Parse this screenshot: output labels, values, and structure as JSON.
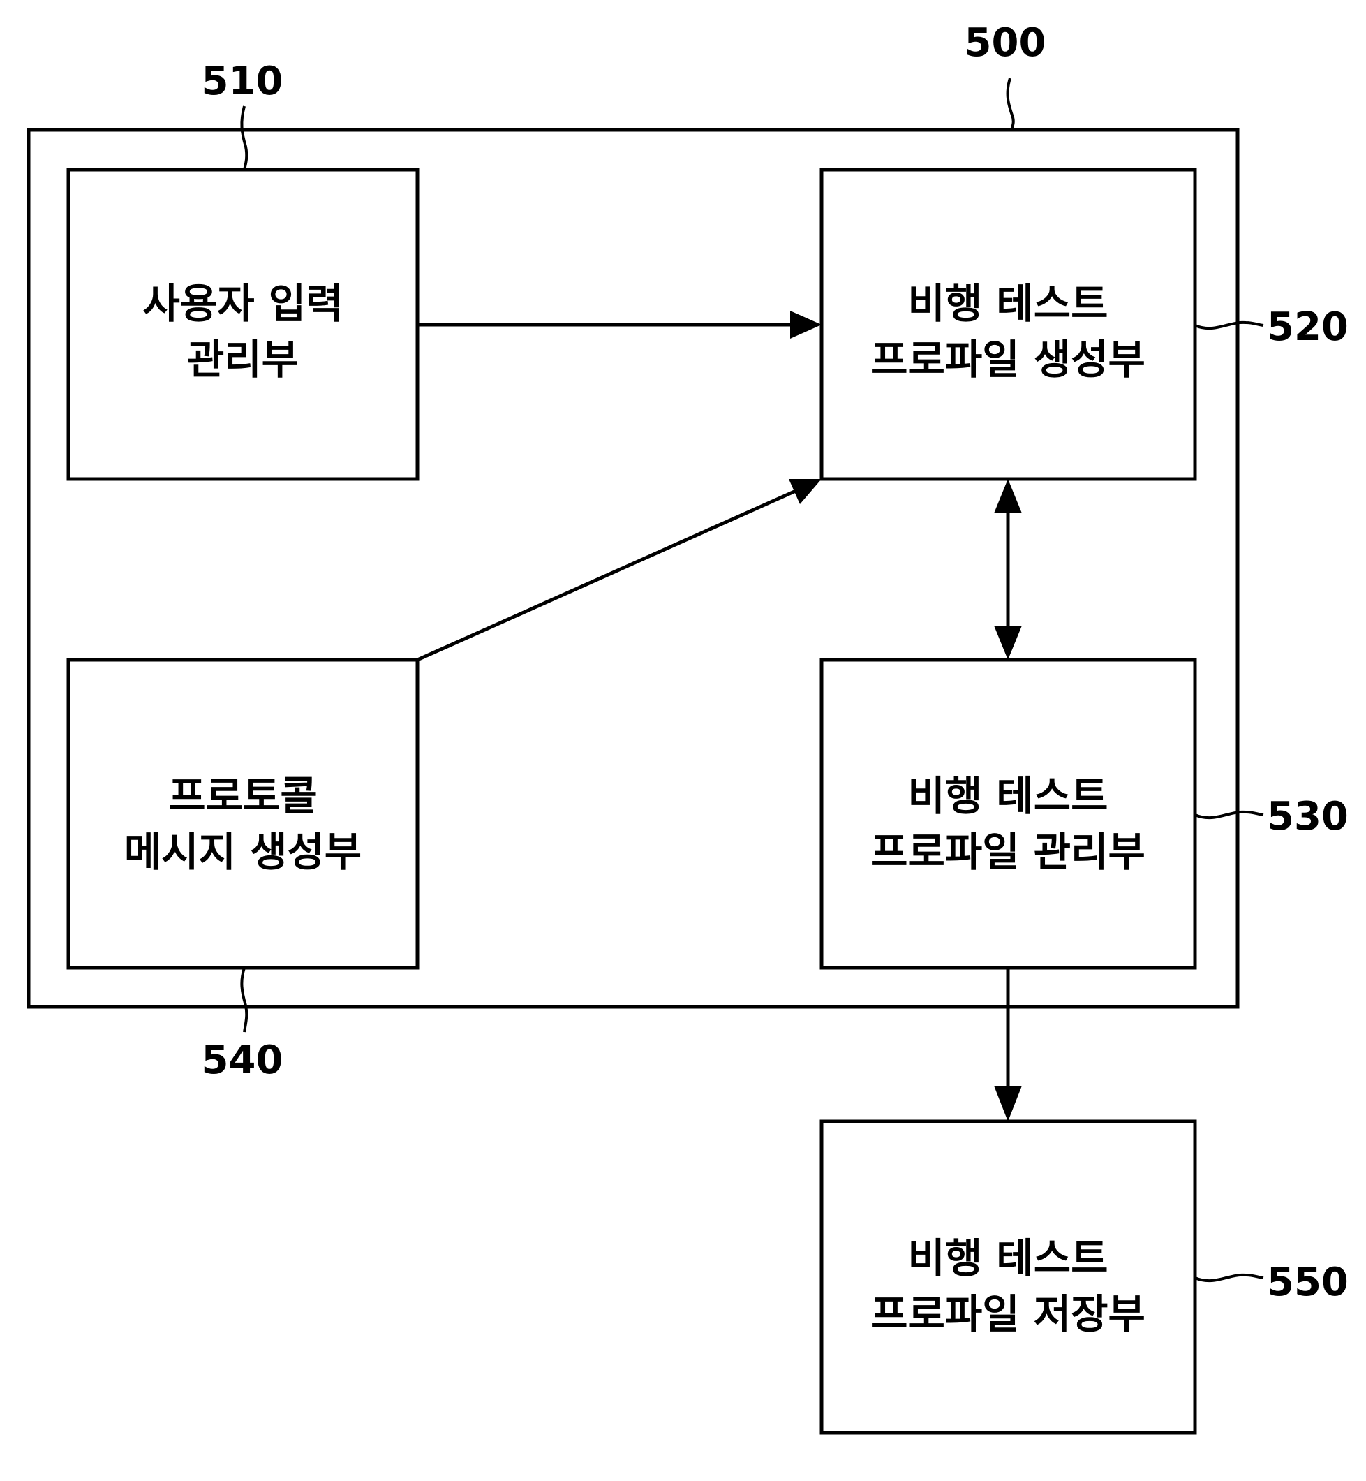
{
  "figure": {
    "outer": {
      "ref": "500"
    },
    "blocks": [
      {
        "id": "510",
        "ref": "510",
        "lines": [
          "사용자 입력",
          "관리부"
        ]
      },
      {
        "id": "520",
        "ref": "520",
        "lines": [
          "비행 테스트",
          "프로파일 생성부"
        ]
      },
      {
        "id": "530",
        "ref": "530",
        "lines": [
          "비행 테스트",
          "프로파일 관리부"
        ]
      },
      {
        "id": "540",
        "ref": "540",
        "lines": [
          "프로토콜",
          "메시지 생성부"
        ]
      },
      {
        "id": "550",
        "ref": "550",
        "lines": [
          "비행 테스트",
          "프로파일 저장부"
        ]
      }
    ],
    "connections": [
      {
        "from": "510",
        "to": "520",
        "direction": "forward"
      },
      {
        "from": "540",
        "to": "520",
        "direction": "forward"
      },
      {
        "from": "520",
        "to": "530",
        "direction": "bidirectional"
      },
      {
        "from": "530",
        "to": "550",
        "direction": "forward"
      }
    ]
  }
}
